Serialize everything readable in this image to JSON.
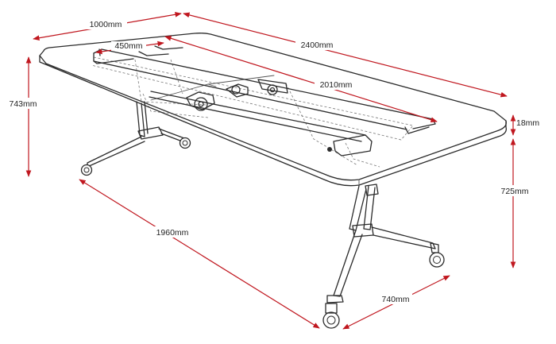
{
  "dimensions": {
    "width_top": "1000mm",
    "length": "2400mm",
    "leaf_width": "450mm",
    "frame_length": "2010mm",
    "overall_height": "743mm",
    "top_thickness": "18mm",
    "leg_height": "725mm",
    "base_length": "1960mm",
    "base_width": "740mm"
  },
  "colors": {
    "dimension_line": "#c0171f",
    "outline": "#2b2b2b",
    "label_text": "#222222"
  }
}
